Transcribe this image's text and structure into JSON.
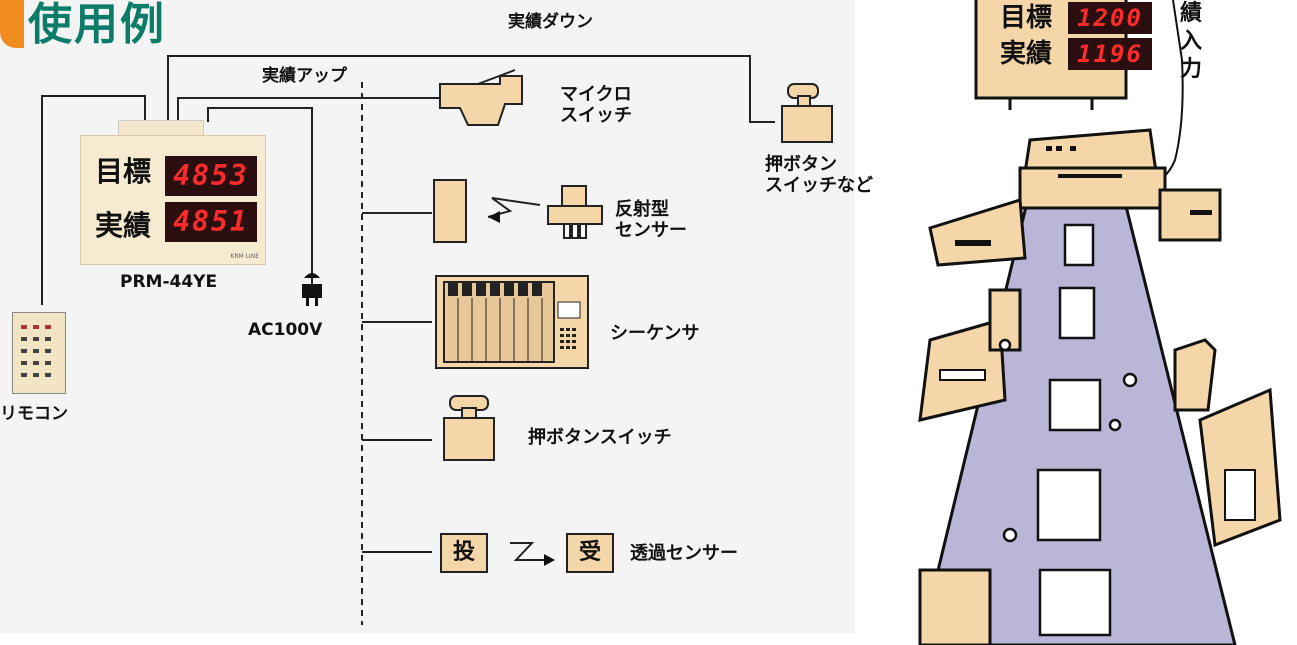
{
  "title": "使用例",
  "labels": {
    "down": "実績ダウン",
    "up": "実績アップ",
    "micro": "マイクロ\nスイッチ",
    "pushbtn_etc": "押ボタン\nスイッチなど",
    "reflect": "反射型\nセンサー",
    "sequencer": "シーケンサ",
    "pushbtn": "押ボタンスイッチ",
    "through": "透過センサー",
    "model": "PRM-44YE",
    "ac": "AC100V",
    "remote": "リモコン",
    "tou": "投",
    "ju": "受"
  },
  "device": {
    "target_label": "目標",
    "actual_label": "実績",
    "target_value": "4853",
    "actual_value": "4851",
    "brand": "KRM LINE"
  },
  "big_display": {
    "target_label": "目標",
    "actual_label": "実績",
    "target_value": "1200",
    "actual_value": "1196",
    "input_label": "績入力"
  },
  "colors": {
    "title": "#0a7c67",
    "accent": "#f08c1e",
    "panel": "#f5d6a8",
    "led": "#ff2a2a",
    "belt": "#b9b6d8"
  }
}
